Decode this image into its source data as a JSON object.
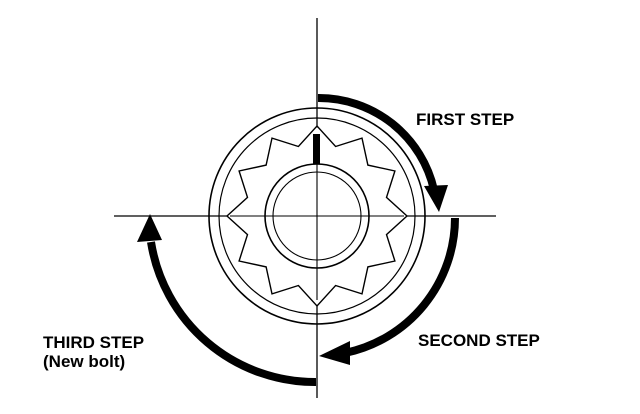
{
  "labels": {
    "first_step": "FIRST STEP",
    "second_step": "SECOND STEP",
    "third_step_line1": "THIRD STEP",
    "third_step_line2": "(New bolt)"
  },
  "colors": {
    "ink": "#000000",
    "background": "#ffffff"
  },
  "icons": {
    "bolt": "twelve-point-bolt-head",
    "rotation_arrow": "curved-arrow"
  }
}
